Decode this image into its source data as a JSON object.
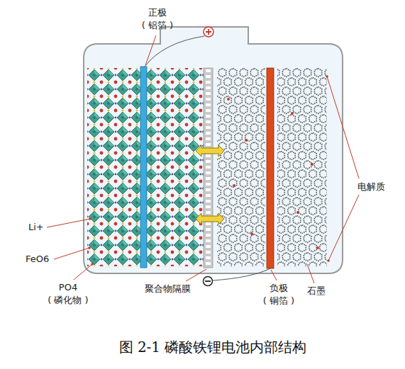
{
  "diagram": {
    "caption": "图 2-1  磷酸铁锂电池内部结构",
    "labels": [
      "正极",
      "( 铝箔 )",
      "电解质",
      "Li+",
      "FeO6",
      "PO4",
      "( 磷化物 )",
      "聚合物隔膜",
      "负极",
      "( 铜箔 )",
      "石墨"
    ]
  }
}
